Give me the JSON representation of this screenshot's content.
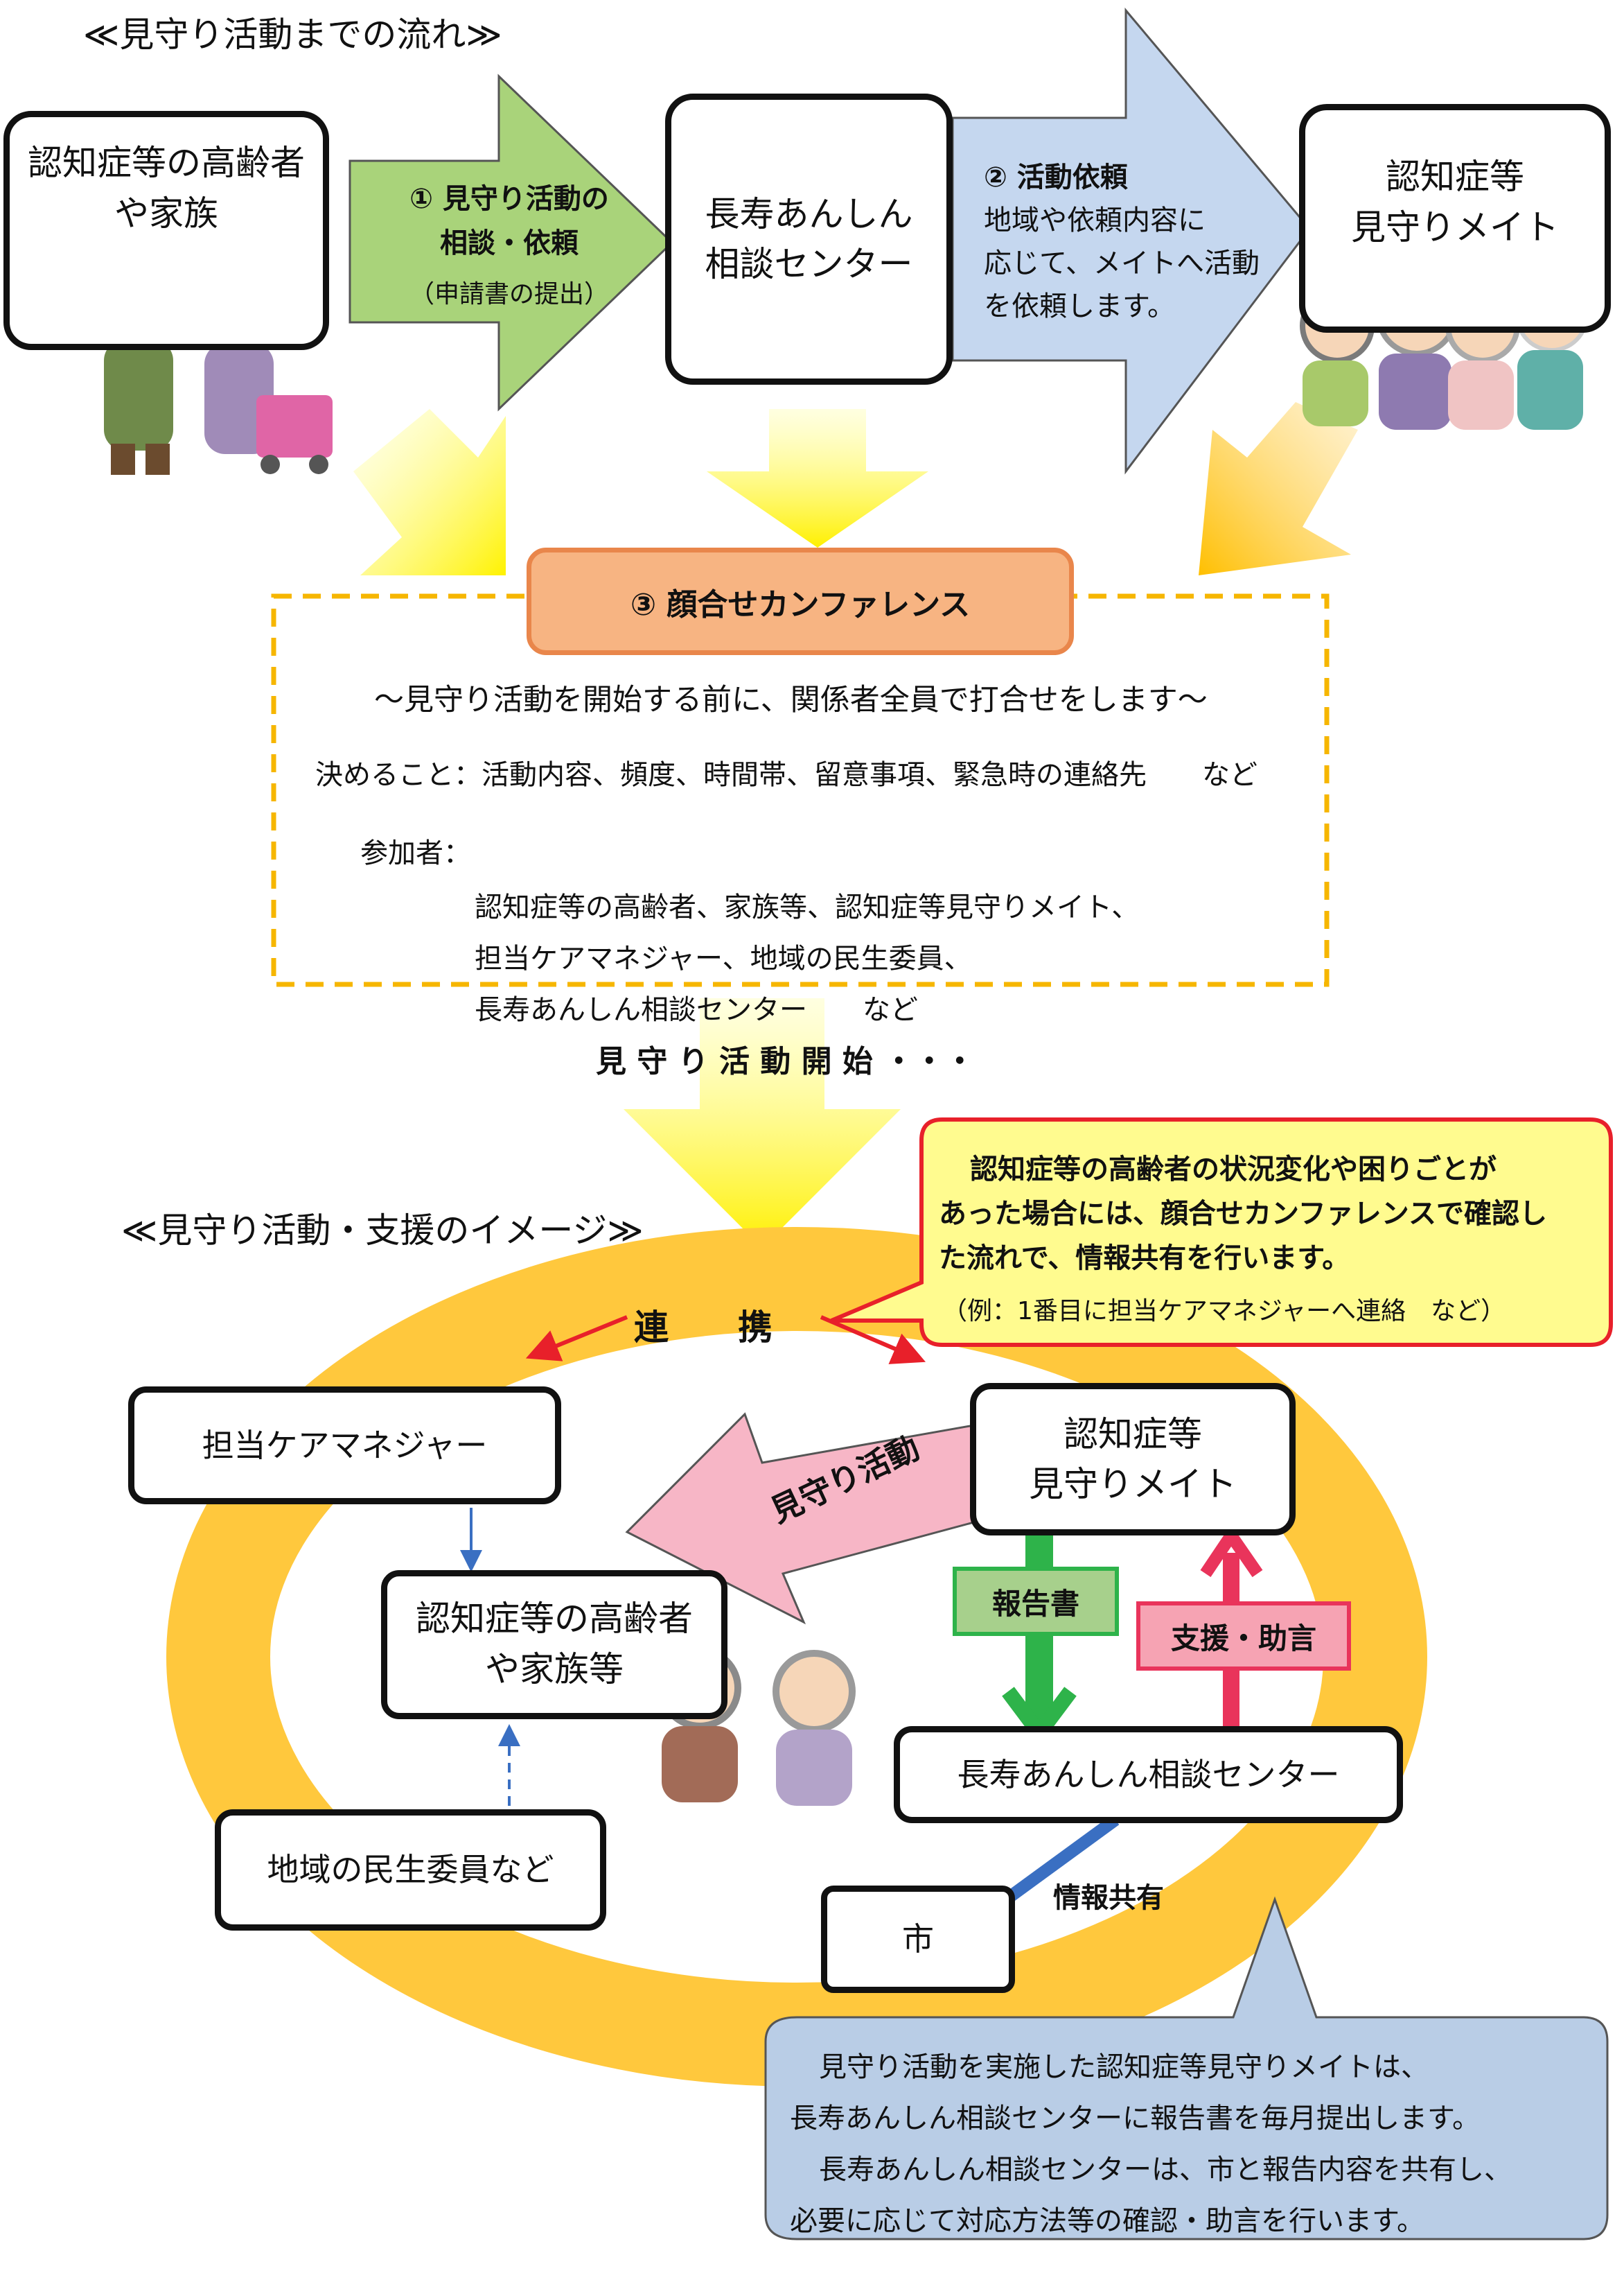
{
  "section1_title": "≪見守り活動までの流れ≫",
  "section2_title": "≪見守り活動・支援のイメージ≫",
  "flow": {
    "elderly_box": [
      "認知症等の高齢者",
      "や家族"
    ],
    "step1": {
      "title_lines": [
        "① 見守り活動の",
        "相談・依頼"
      ],
      "note": "（申請書の提出）"
    },
    "center_box": [
      "長寿あんしん",
      "相談センター"
    ],
    "step2": {
      "title": "② 活動依頼",
      "lines": [
        "地域や依頼内容に",
        "応じて、メイトへ活動",
        "を依頼します。"
      ]
    },
    "mate_box": [
      "認知症等",
      "見守りメイト"
    ]
  },
  "conference": {
    "title": "③ 顔合せカンファレンス",
    "subtitle": "～見守り活動を開始する前に、関係者全員で打合せをします～",
    "decide_label": "決めること：",
    "decide_text": "活動内容、頻度、時間帯、留意事項、緊急時の連絡先　　など",
    "participants_label": "参加者：",
    "participants_lines": [
      "認知症等の高齢者、家族等、認知症等見守りメイト、",
      "担当ケアマネジャー、地域の民生委員、",
      "長寿あんしん相談センター　　など"
    ]
  },
  "start_text": "見 守 り 活 動 開 始 ・・・",
  "callout_red": {
    "lines": [
      "認知症等の高齢者の状況変化や困りごとが",
      "あった場合には、顔合せカンファレンスで確認し",
      "た流れで、情報共有を行います。"
    ],
    "example": "（例：1番目に担当ケアマネジャーへ連絡　など）"
  },
  "cooperation": "連　　携",
  "care_manager": "担当ケアマネジャー",
  "elderly2": [
    "認知症等の高齢者",
    "や家族等"
  ],
  "welfare": "地域の民生委員など",
  "mate2": [
    "認知症等",
    "見守りメイト"
  ],
  "watch_activity": "見守り活動",
  "report": "報告書",
  "support": "支援・助言",
  "center2": "長寿あんしん相談センター",
  "info_share": "情報共有",
  "city": "市",
  "callout_blue": [
    "見守り活動を実施した認知症等見守りメイトは、",
    "長寿あんしん相談センターに報告書を毎月提出します。",
    "長寿あんしん相談センターは、市と報告内容を共有し、",
    "必要に応じて対応方法等の確認・助言を行います。"
  ],
  "colors": {
    "green_arrow": "#a9d37a",
    "blue_arrow": "#c5d7ef",
    "yellow_arrow": "#fff000",
    "orange_box": "#f7b482",
    "orange_border": "#e9864b",
    "dash_border": "#f6b600",
    "ring": "#ffc83d",
    "callout_yellow": "#fffb8f",
    "callout_red_border": "#e8202a",
    "pink_arrow": "#f7b6c6",
    "report_green": "#a7d08c",
    "arrow_green": "#2eb34a",
    "support_pink": "#f6a3b3",
    "support_red": "#e9345b",
    "callout_blue": "#b9cde6"
  }
}
